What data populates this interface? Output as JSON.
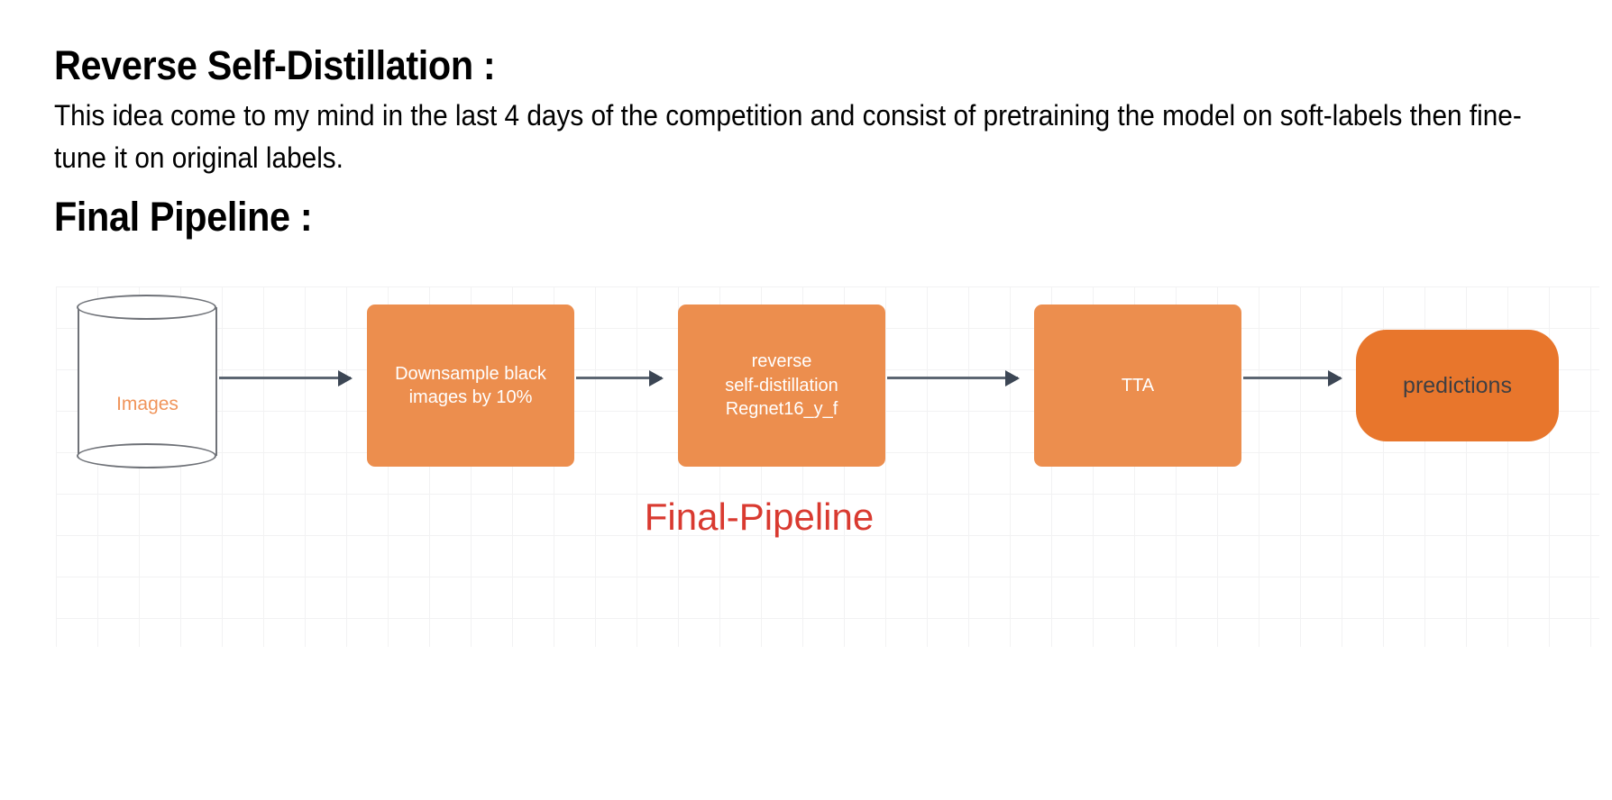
{
  "section": {
    "heading_1": "Reverse Self-Distillation :",
    "paragraph": "This idea come to my mind in the last 4 days of the competition and consist of pretraining the model on soft-labels then fine-tune it on original labels.",
    "heading_2": "Final Pipeline :"
  },
  "diagram": {
    "caption": "Final-Pipeline",
    "caption_color": "#d93a30",
    "box_fill": "#ec8e4e",
    "pill_fill": "#e8762c",
    "arrow_color": "#5c6672",
    "cylinder_stroke": "#6f7278",
    "cylinder_label_color": "#f0945a",
    "nodes": [
      {
        "id": "images",
        "shape": "cylinder",
        "label": "Images"
      },
      {
        "id": "downsample",
        "shape": "rounded-rect",
        "line_1": "Downsample black",
        "line_2": "images by 10%"
      },
      {
        "id": "distillation",
        "shape": "rounded-rect",
        "line_1": "reverse",
        "line_2": "self-distillation",
        "line_3": "Regnet16_y_f"
      },
      {
        "id": "tta",
        "shape": "rounded-rect",
        "label": "TTA"
      },
      {
        "id": "predictions",
        "shape": "pill",
        "label": "predictions"
      }
    ],
    "edges": [
      {
        "from": "images",
        "to": "downsample"
      },
      {
        "from": "downsample",
        "to": "distillation"
      },
      {
        "from": "distillation",
        "to": "tta"
      },
      {
        "from": "tta",
        "to": "predictions"
      }
    ]
  }
}
